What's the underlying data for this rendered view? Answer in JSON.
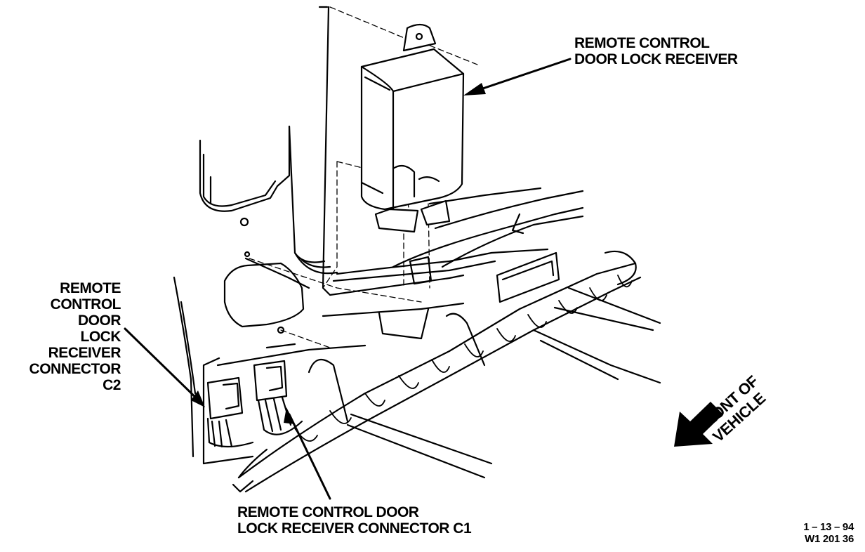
{
  "labels": {
    "receiver": [
      "REMOTE CONTROL",
      "DOOR LOCK RECEIVER"
    ],
    "connector_c2": [
      "REMOTE",
      "CONTROL",
      "DOOR",
      "LOCK",
      "RECEIVER",
      "CONNECTOR",
      "C2"
    ],
    "connector_c1": [
      "REMOTE CONTROL DOOR",
      "LOCK RECEIVER CONNECTOR C1"
    ],
    "front_of_vehicle": [
      "FRONT OF",
      "VEHICLE"
    ],
    "reference": [
      "1 – 13 – 94",
      "W1 201 36"
    ]
  },
  "colors": {
    "ink": "#000000",
    "paper": "#ffffff"
  }
}
